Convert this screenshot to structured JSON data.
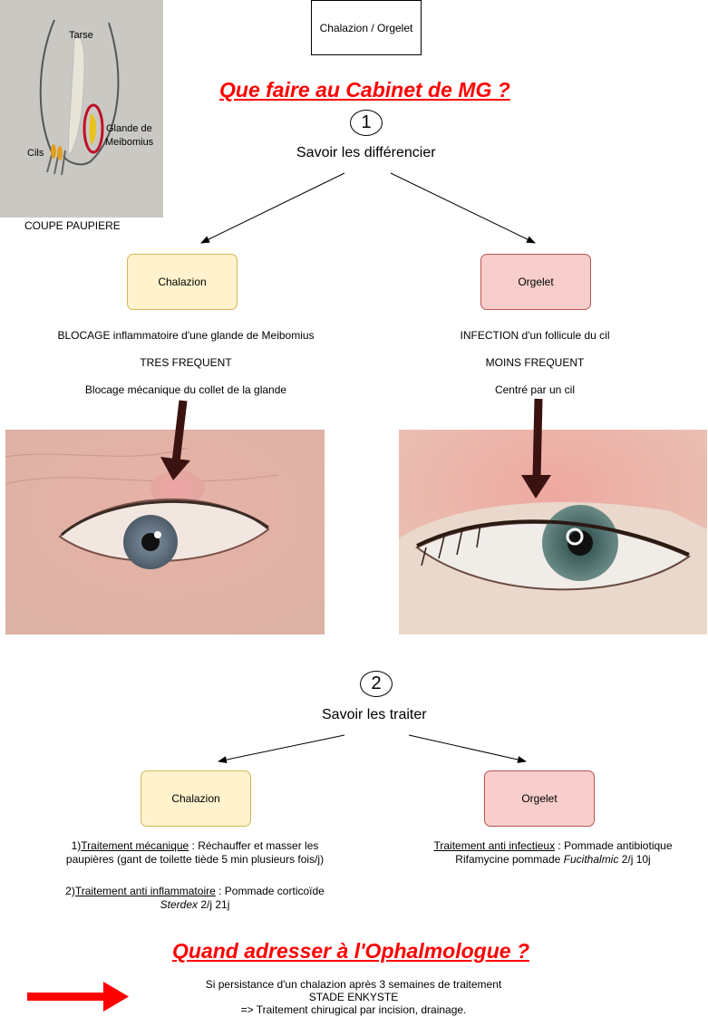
{
  "header": {
    "box_title": "Chalazion / Orgelet"
  },
  "section1": {
    "title": "Que faire au Cabinet de MG ?",
    "number": "1",
    "subtitle": "Savoir les différencier"
  },
  "diagram": {
    "label_tarse": "Tarse",
    "label_glande_1": "Glande de",
    "label_glande_2": "Meibomius",
    "label_cils": "Cils",
    "caption": "COUPE PAUPIERE"
  },
  "chalazion": {
    "box_label": "Chalazion",
    "lines": [
      "BLOCAGE  inflammatoire d'une glande de Meibomius",
      "TRES FREQUENT",
      "Blocage mécanique du collet de la glande"
    ]
  },
  "orgelet": {
    "box_label": "Orgelet",
    "lines": [
      "INFECTION d'un follicule du cil",
      "MOINS FREQUENT",
      "Centré par un cil"
    ]
  },
  "section2": {
    "number": "2",
    "subtitle": "Savoir les traiter"
  },
  "treat_chalazion": {
    "box_label": "Chalazion",
    "t1_prefix": "1)",
    "t1_title": "Traitement mécanique",
    "t1_rest": " : Réchauffer et masser les",
    "t1_line2": "paupières (gant de toilette tiède 5 min plusieurs fois/j)",
    "t2_prefix": "2)",
    "t2_title": "Traitement anti inflammatoire",
    "t2_rest": " : Pommade corticoïde",
    "t2_drug": "Sterdex",
    "t2_dose": " 2/j 21j"
  },
  "treat_orgelet": {
    "box_label": "Orgelet",
    "t_title": "Traitement anti infectieux",
    "t_rest": " : Pommade antibiotique",
    "t_line2a": "Rifamycine pommade ",
    "t_drug": "Fucithalmic",
    "t_dose": " 2/j 10j"
  },
  "referral": {
    "title": "Quand adresser à l'Ophalmologue ?",
    "line1": "Si persistance d'un chalazion après 3 semaines de traitement",
    "line2": "STADE ENKYSTE",
    "line3": "=> Traitement chirugical par incision, drainage."
  },
  "colors": {
    "red": "#ff0000",
    "yellow_fill": "#fff2cc",
    "yellow_border": "#d6b656",
    "pink_fill": "#f8cecc",
    "pink_border": "#b85450",
    "dark_arrow": "#3a1210"
  }
}
